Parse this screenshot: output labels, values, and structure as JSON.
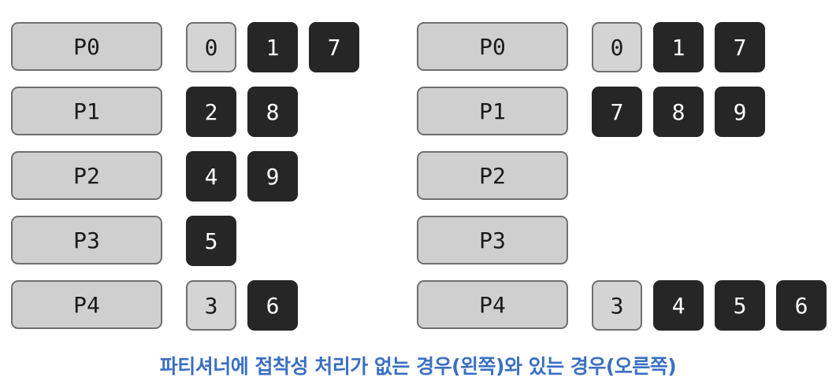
{
  "diagram": {
    "left": {
      "rows": [
        {
          "partition": "P0",
          "records": [
            {
              "value": "0",
              "style": "light"
            },
            {
              "value": "1",
              "style": "dark"
            },
            {
              "value": "7",
              "style": "dark"
            }
          ]
        },
        {
          "partition": "P1",
          "records": [
            {
              "value": "2",
              "style": "dark"
            },
            {
              "value": "8",
              "style": "dark"
            }
          ]
        },
        {
          "partition": "P2",
          "records": [
            {
              "value": "4",
              "style": "dark"
            },
            {
              "value": "9",
              "style": "dark"
            }
          ]
        },
        {
          "partition": "P3",
          "records": [
            {
              "value": "5",
              "style": "dark"
            }
          ]
        },
        {
          "partition": "P4",
          "records": [
            {
              "value": "3",
              "style": "light"
            },
            {
              "value": "6",
              "style": "dark"
            }
          ]
        }
      ]
    },
    "right": {
      "rows": [
        {
          "partition": "P0",
          "records": [
            {
              "value": "0",
              "style": "light"
            },
            {
              "value": "1",
              "style": "dark"
            },
            {
              "value": "7",
              "style": "dark"
            }
          ]
        },
        {
          "partition": "P1",
          "records": [
            {
              "value": "7",
              "style": "dark"
            },
            {
              "value": "8",
              "style": "dark"
            },
            {
              "value": "9",
              "style": "dark"
            }
          ]
        },
        {
          "partition": "P2",
          "records": []
        },
        {
          "partition": "P3",
          "records": []
        },
        {
          "partition": "P4",
          "records": [
            {
              "value": "3",
              "style": "light"
            },
            {
              "value": "4",
              "style": "dark"
            },
            {
              "value": "5",
              "style": "dark"
            },
            {
              "value": "6",
              "style": "dark"
            }
          ]
        }
      ]
    }
  },
  "caption": "파티셔너에 접착성 처리가 없는 경우(왼쪽)와 있는 경우(오른쪽)",
  "colors": {
    "partition_fill": "#cfcfcf",
    "record_light": "#d4d4d4",
    "record_dark": "#262626",
    "caption": "#3a6fc4"
  }
}
